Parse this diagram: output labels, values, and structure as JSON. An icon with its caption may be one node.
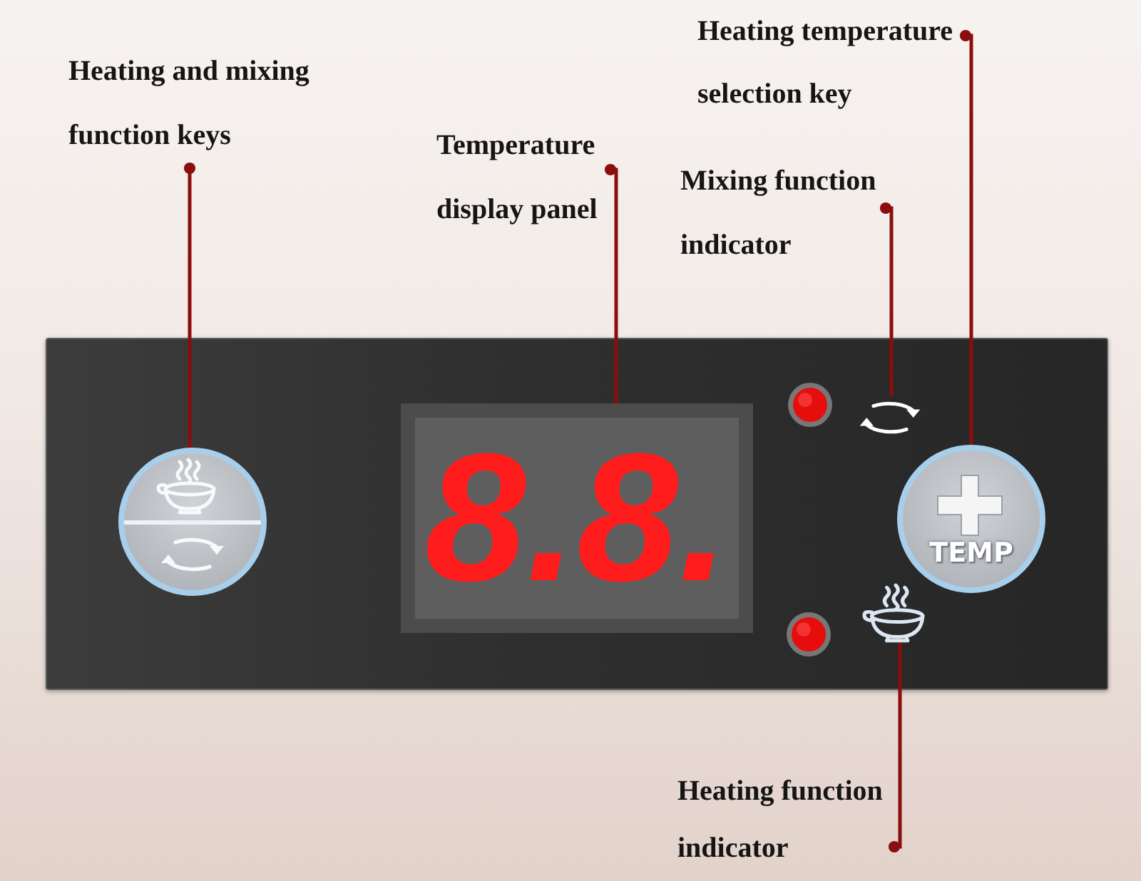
{
  "diagram": {
    "nodes": [
      {
        "text": [
          "Heating and mixing function keys"
        ]
      },
      {
        "text": [
          "Heating temperature selection key"
        ]
      },
      {
        "text": [
          "Temperature display panel"
        ]
      },
      {
        "text": [
          "Mixing function indicator"
        ]
      },
      {
        "text": [],
        "shape": "box"
      },
      {
        "text": [],
        "shape": "circle",
        "in": 4
      },
      {
        "text": [
          "8.8."
        ],
        "in": 4
      },
      {
        "text": [],
        "shape": "picture",
        "in": 4
      },
      {
        "text": [
          "TEMP"
        ],
        "in": 4
      },
      {
        "text": [],
        "shape": "picture",
        "in": 4
      },
      {
        "text": [
          "Heating function indicator"
        ]
      }
    ],
    "edges": [
      {
        "from": 0,
        "to": 5,
        "arrow": "other"
      },
      {
        "from": 1,
        "to": 8,
        "arrow": "other"
      },
      {
        "from": 2,
        "to": 6,
        "arrow": "other"
      },
      {
        "from": 3,
        "to": 7,
        "arrow": "other"
      },
      {
        "from": 10,
        "to": 9,
        "arrow": "other"
      }
    ]
  }
}
